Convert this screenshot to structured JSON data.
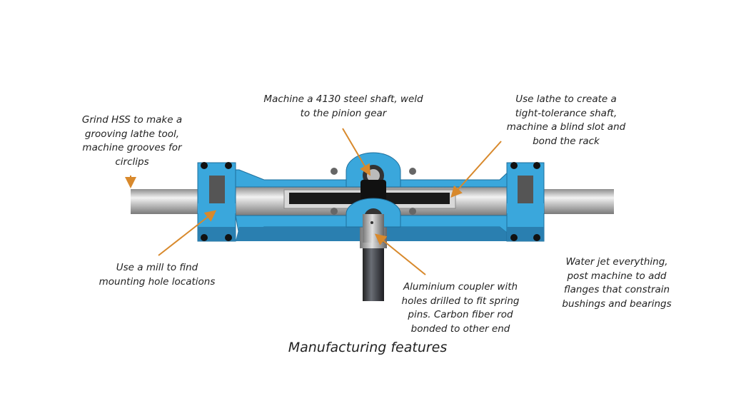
{
  "title": "Manufacturing features",
  "colors": {
    "frame": "#3aa7dc",
    "frame_dark": "#2a7fb0",
    "arrow": "#d8892c",
    "shaft": "#c9c9c9",
    "rod": "#3a3d44"
  },
  "annotations": [
    {
      "id": "grooves",
      "lines": [
        "Grind HSS to make a",
        "grooving lathe tool,",
        "machine grooves for",
        "circlips"
      ]
    },
    {
      "id": "pinion-shaft",
      "lines": [
        "Machine a 4130 steel shaft, weld",
        "to the pinion gear"
      ]
    },
    {
      "id": "rack-shaft",
      "lines": [
        "Use lathe to create a",
        "tight-tolerance shaft,",
        "machine a blind slot and",
        "bond the rack"
      ]
    },
    {
      "id": "mounting-holes",
      "lines": [
        "Use a mill to find",
        "mounting hole locations"
      ]
    },
    {
      "id": "coupler",
      "lines": [
        "Aluminium coupler with",
        "holes drilled to fit spring",
        "pins. Carbon fiber rod",
        "bonded to other end"
      ]
    },
    {
      "id": "housing",
      "lines": [
        "Water jet everything,",
        "post machine to add",
        "flanges that constrain",
        "bushings and bearings"
      ]
    }
  ]
}
